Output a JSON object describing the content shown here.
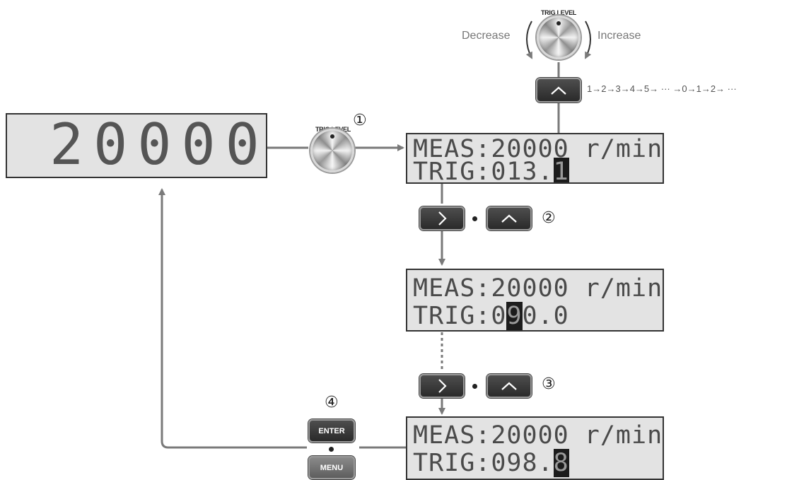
{
  "main_display": {
    "value": "20000"
  },
  "displays": [
    {
      "line1": "MEAS:20000 r/min",
      "trig_before": "TRIG:013.",
      "trig_cursor": "1",
      "trig_after": ""
    },
    {
      "line1": "MEAS:20000 r/min",
      "trig_before": "TRIG:0",
      "trig_cursor": "9",
      "trig_after": "0.0"
    },
    {
      "line1": "MEAS:20000 r/min",
      "trig_before": "TRIG:098.",
      "trig_cursor": "8",
      "trig_after": ""
    }
  ],
  "knob_label": "TRIG LEVEL",
  "decrease_label": "Decrease",
  "increase_label": "Increase",
  "sequence_text": "1→2→3→4→5→ ··· →0→1→2→ ···",
  "steps": {
    "s1": "①",
    "s2": "②",
    "s3": "③",
    "s4": "④"
  },
  "buttons": {
    "up": "^",
    "right": ">",
    "enter": "ENTER",
    "menu": "MENU"
  },
  "colors": {
    "arrow": "#7a7a7a",
    "lcd_bg": "#e3e3e3",
    "cursor": "#1c1c1c"
  },
  "icons": [
    "up-arrow-icon",
    "right-arrow-icon",
    "knob-icon"
  ]
}
